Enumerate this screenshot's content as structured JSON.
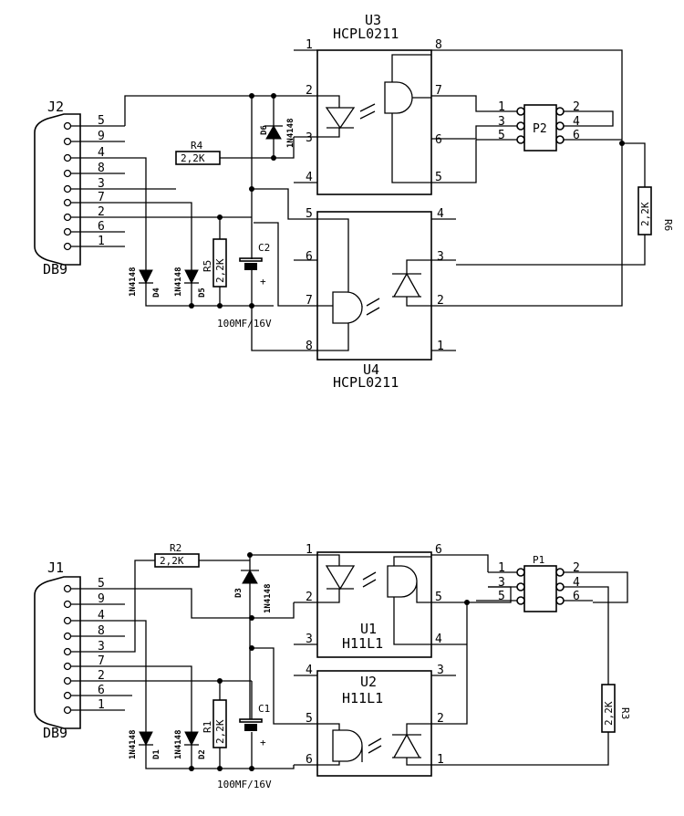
{
  "top": {
    "u3": {
      "ref": "U3",
      "part": "HCPL0211",
      "pins": [
        "1",
        "2",
        "3",
        "4",
        "8",
        "7",
        "6",
        "5"
      ]
    },
    "u4": {
      "ref": "U4",
      "part": "HCPL0211",
      "pins": [
        "5",
        "6",
        "7",
        "8",
        "4",
        "3",
        "2",
        "1"
      ]
    },
    "j2": {
      "ref": "J2",
      "type": "DB9",
      "pins": [
        "5",
        "9",
        "4",
        "8",
        "3",
        "7",
        "2",
        "6",
        "1"
      ]
    },
    "p2": {
      "ref": "P2",
      "left_pins": [
        "1",
        "3",
        "5"
      ],
      "right_pins": [
        "2",
        "4",
        "6"
      ]
    },
    "r4": {
      "ref": "R4",
      "value": "2,2K"
    },
    "r5": {
      "ref": "R5",
      "value": "2,2K"
    },
    "r6": {
      "ref": "R6",
      "value": "2,2K"
    },
    "d6": {
      "ref": "D6",
      "part": "1N4148"
    },
    "d4": {
      "ref": "D4",
      "part": "1N4148"
    },
    "d5": {
      "ref": "D5",
      "part": "1N4148"
    },
    "c2": {
      "ref": "C2",
      "value": "100MF/16V",
      "plus": "+"
    }
  },
  "bottom": {
    "u1": {
      "ref": "U1",
      "part": "H11L1",
      "pins": [
        "1",
        "2",
        "3",
        "6",
        "5",
        "4"
      ]
    },
    "u2": {
      "ref": "U2",
      "part": "H11L1",
      "pins": [
        "4",
        "5",
        "6",
        "3",
        "2",
        "1"
      ]
    },
    "j1": {
      "ref": "J1",
      "type": "DB9",
      "pins": [
        "5",
        "9",
        "4",
        "8",
        "3",
        "7",
        "2",
        "6",
        "1"
      ]
    },
    "p1": {
      "ref": "P1",
      "left_pins": [
        "1",
        "3",
        "5"
      ],
      "right_pins": [
        "2",
        "4",
        "6"
      ]
    },
    "r2": {
      "ref": "R2",
      "value": "2,2K"
    },
    "r1": {
      "ref": "R1",
      "value": "2,2K"
    },
    "r3": {
      "ref": "R3",
      "value": "2,2K"
    },
    "d3": {
      "ref": "D3",
      "part": "1N4148"
    },
    "d1": {
      "ref": "D1",
      "part": "1N4148"
    },
    "d2": {
      "ref": "D2",
      "part": "1N4148"
    },
    "c1": {
      "ref": "C1",
      "value": "100MF/16V",
      "plus": "+"
    }
  }
}
